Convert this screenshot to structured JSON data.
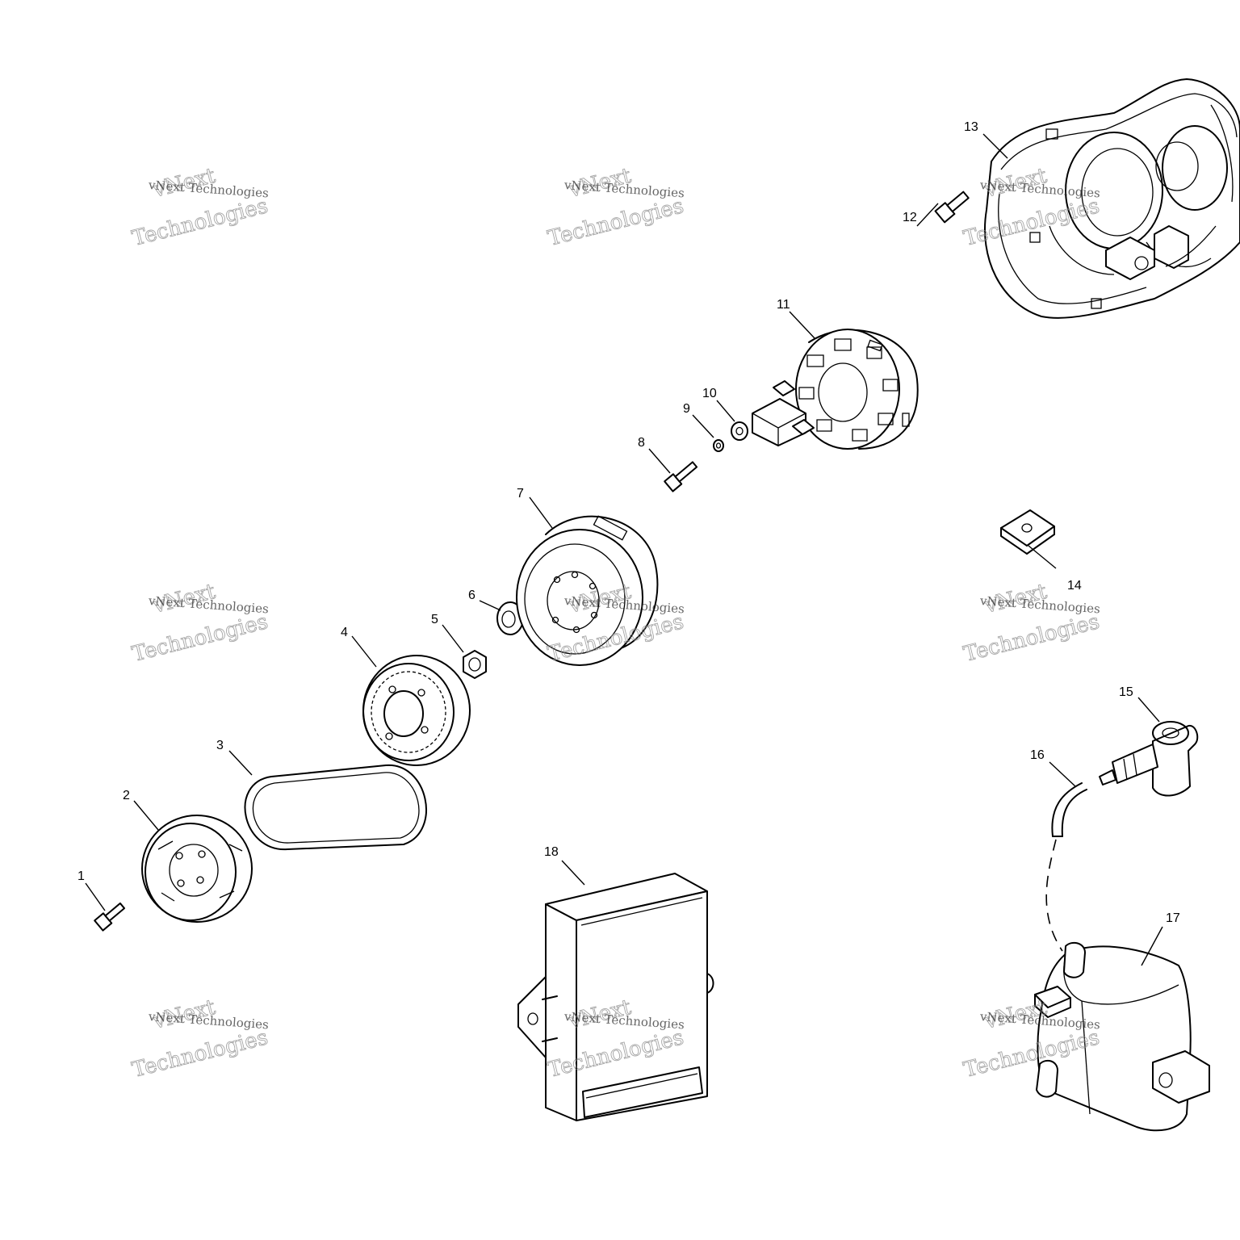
{
  "diagram": {
    "callouts": [
      "1",
      "2",
      "3",
      "4",
      "5",
      "6",
      "7",
      "8",
      "9",
      "10",
      "11",
      "12",
      "13",
      "14",
      "15",
      "16",
      "17",
      "18"
    ]
  },
  "watermark": {
    "brand": "vNext",
    "line": "vNext Technologies",
    "sub": "Technologies"
  }
}
